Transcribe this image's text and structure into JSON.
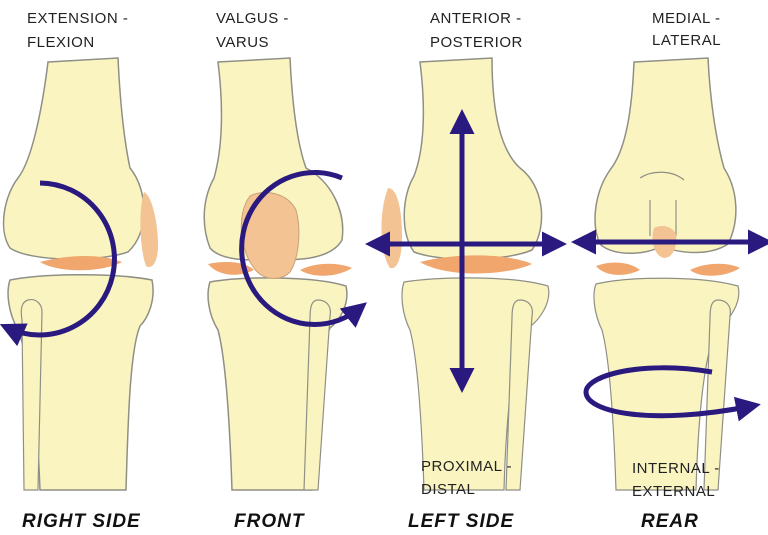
{
  "colors": {
    "bone": "#FAF5C0",
    "outline": "#8F8F86",
    "cartilage": "#F0A66D",
    "patella": "#F3C393",
    "arrow": "#2A1A80"
  },
  "panels": [
    {
      "motion_label_1": "EXTENSION -",
      "motion_label_2": "FLEXION",
      "view": "RIGHT SIDE"
    },
    {
      "motion_label_1": "VALGUS -",
      "motion_label_2": "VARUS",
      "view": "FRONT"
    },
    {
      "motion_label_1": "ANTERIOR -",
      "motion_label_2": "POSTERIOR",
      "bottom_label_1": "PROXIMAL -",
      "bottom_label_2": "DISTAL",
      "view": "LEFT SIDE"
    },
    {
      "motion_label_1": "MEDIAL -",
      "motion_label_2": "LATERAL",
      "bottom_label_1": "INTERNAL -",
      "bottom_label_2": "EXTERNAL",
      "view": "REAR"
    }
  ]
}
